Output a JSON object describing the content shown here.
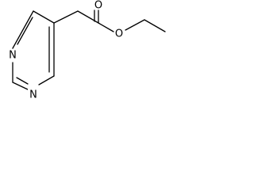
{
  "structure": {
    "atoms": {
      "n1": "N",
      "n3": "N",
      "o_carbonyl": "O",
      "o_ester": "O"
    },
    "colors": {
      "bond": "#000000",
      "label": "#000000",
      "background": "#ffffff"
    }
  }
}
